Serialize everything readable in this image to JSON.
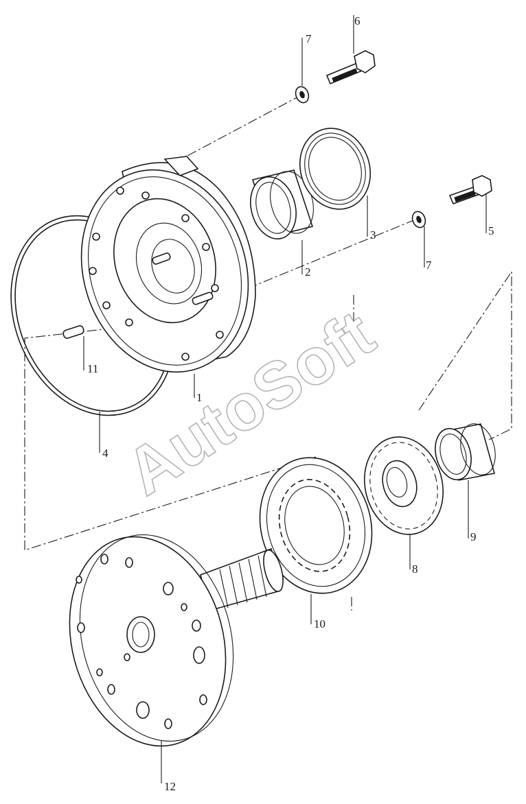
{
  "watermark": "AutoSoft",
  "callouts": {
    "c1": "1",
    "c2": "2",
    "c3": "3",
    "c4": "4",
    "c5": "5",
    "c6": "6",
    "c7a": "7",
    "c7b": "7",
    "c8": "8",
    "c9": "9",
    "c10": "10",
    "c11": "11",
    "c12": "12"
  }
}
